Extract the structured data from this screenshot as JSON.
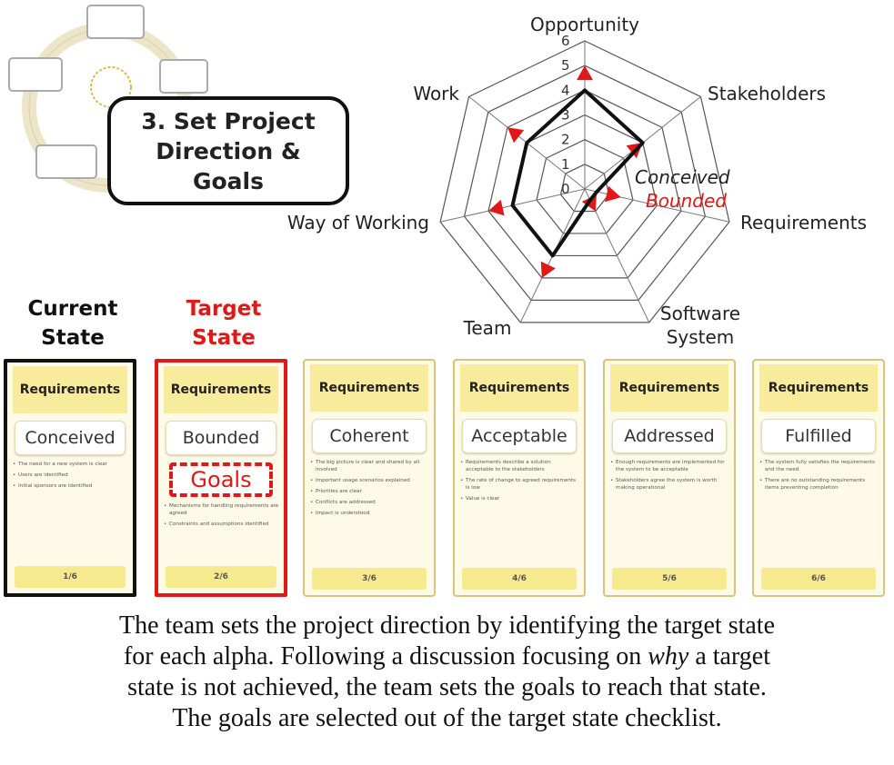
{
  "phase": {
    "line1": "3. Set Project",
    "line2": "Direction &",
    "line3": "Goals"
  },
  "radar": {
    "max": 6,
    "ticks": [
      "0",
      "1",
      "2",
      "3",
      "4",
      "5",
      "6"
    ],
    "axes": [
      "Opportunity",
      "Stakeholders",
      "Requirements",
      "Software System",
      "Team",
      "Way of Working",
      "Work"
    ],
    "current": [
      4,
      3,
      0.5,
      0.5,
      3,
      3,
      3
    ],
    "target": [
      5,
      3,
      1.5,
      1,
      4,
      4,
      4
    ],
    "current_color": "#111111",
    "target_color": "#e01818",
    "annotation_current": "Conceived",
    "annotation_target": "Bounded"
  },
  "labels": {
    "current": "Current State",
    "target": "Target State"
  },
  "goals_label": "Goals",
  "cards": [
    {
      "title": "Requirements",
      "state": "Conceived",
      "count": "1/6",
      "checklist": [
        "The need for a new system is clear",
        "Users are identified",
        "Initial sponsors are identified"
      ]
    },
    {
      "title": "Requirements",
      "state": "Bounded",
      "count": "2/6",
      "checklist": [
        "Mechanisms for handling requirements are agreed",
        "Constraints and assumptions identified"
      ]
    },
    {
      "title": "Requirements",
      "state": "Coherent",
      "count": "3/6",
      "checklist": [
        "The big picture is clear and shared by all involved",
        "Important usage scenarios explained",
        "Priorities are clear",
        "Conflicts are addressed",
        "Impact is understood"
      ]
    },
    {
      "title": "Requirements",
      "state": "Acceptable",
      "count": "4/6",
      "checklist": [
        "Requirements describe a solution acceptable to the stakeholders",
        "The rate of change to agreed requirements is low",
        "Value is clear"
      ]
    },
    {
      "title": "Requirements",
      "state": "Addressed",
      "count": "5/6",
      "checklist": [
        "Enough requirements are implemented for the system to be acceptable",
        "Stakeholders agree the system is worth making operational"
      ]
    },
    {
      "title": "Requirements",
      "state": "Fulfilled",
      "count": "6/6",
      "checklist": [
        "The system fully satisfies the requirements and the need",
        "There are no outstanding requirements items preventing completion"
      ]
    }
  ],
  "caption": {
    "line1": "The team sets the project direction by identifying the target state",
    "line2_before": "for each alpha. Following a discussion focusing on ",
    "line2_em": "why",
    "line2_after": " a target",
    "line3": "state is not achieved, the team sets the goals to reach that state.",
    "line4": "The goals are selected out of the target state checklist."
  }
}
